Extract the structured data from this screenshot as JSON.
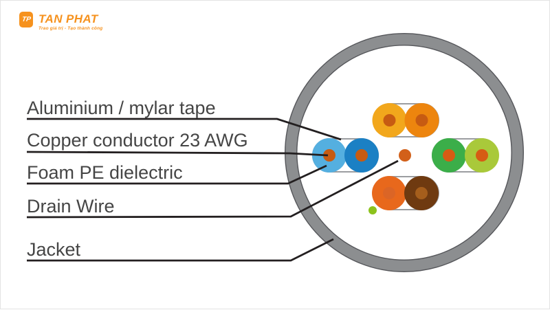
{
  "logo": {
    "icon_text": "TP",
    "name": "TAN PHAT",
    "tagline": "Trao giá trị - Tạo thành công",
    "brand_color": "#F6921E"
  },
  "labels": {
    "aluminium_tape": "Aluminium / mylar tape",
    "copper_conductor": "Copper conductor 23 AWG",
    "foam_pe": "Foam PE dielectric",
    "drain_wire": "Drain Wire",
    "jacket": "Jacket"
  },
  "colors": {
    "jacket_ring": "#8C8E90",
    "ring_edge": "#55565A",
    "capsule_stroke": "#9B9DA0",
    "leader_line": "#231F20",
    "label_text": "#454545",
    "conductor_dot": "#C75B12",
    "dot_right_pair": "#D65C14",
    "pair_top_a": "#F2A71C",
    "pair_top_b": "#ED850E",
    "pair_left_a": "#54AFE0",
    "pair_left_b": "#1B80C4",
    "pair_right_a": "#3BAE49",
    "pair_right_b": "#A9C93A",
    "pair_bottom_a": "#E8681C",
    "pair_bottom_b": "#6F3A10",
    "dot_bottom_a": "#DB6526",
    "dot_bottom_b": "#A55E1C",
    "drain_dot": "#D2601A",
    "rip_cord": "#8CC21C"
  }
}
